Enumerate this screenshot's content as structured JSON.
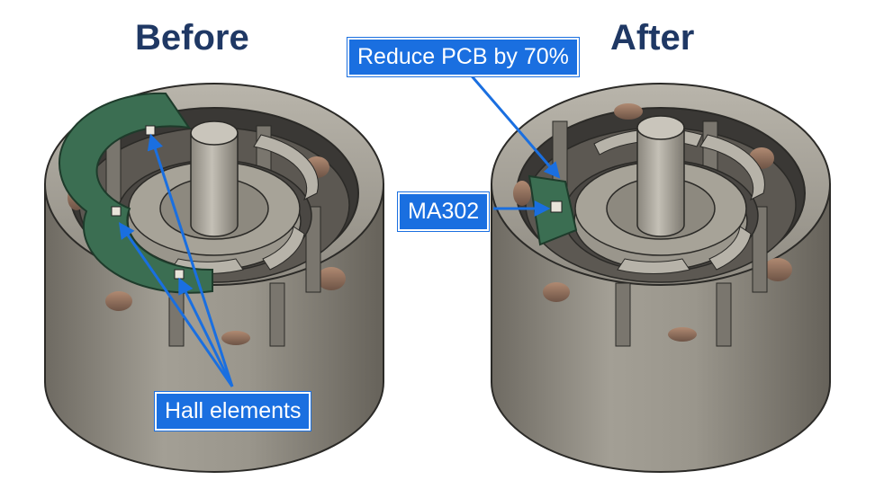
{
  "headings": {
    "before": "Before",
    "after": "After"
  },
  "callouts": {
    "hall_elements": "Hall elements",
    "reduce_pcb": "Reduce PCB by 70%",
    "ma302": "MA302"
  },
  "colors": {
    "heading": "#1f3864",
    "callout_fill": "#1a6fe0",
    "arrow": "#1a6fe0",
    "housing": "#8e8a80",
    "pcb": "#3b6e52"
  }
}
